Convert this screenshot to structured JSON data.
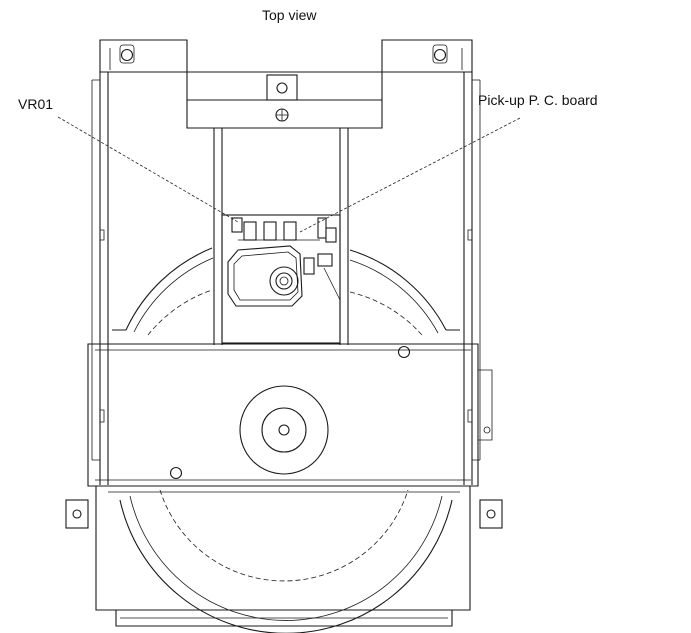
{
  "title": "Top view",
  "labels": {
    "vr01": "VR01",
    "pickup_board": "Pick-up P. C. board"
  }
}
